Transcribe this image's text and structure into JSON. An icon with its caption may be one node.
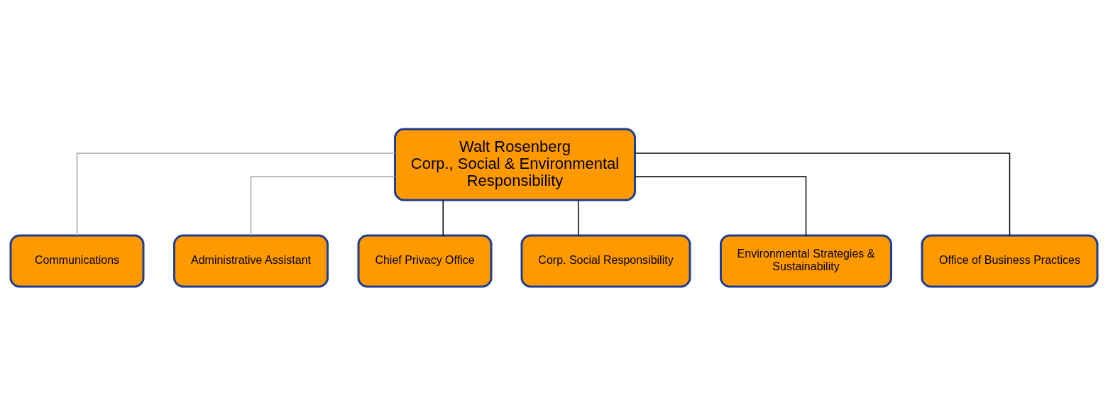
{
  "diagram": {
    "nodes": [
      {
        "text": [
          "Walt Rosenberg",
          "Corp., Social & Environmental Responsibility"
        ]
      },
      {
        "text": [
          "Communications"
        ]
      },
      {
        "text": [
          "Administrative Assistant"
        ]
      },
      {
        "text": [
          "Chief Privacy Office"
        ]
      },
      {
        "text": [
          "Corp. Social Responsibility"
        ]
      },
      {
        "text": [
          "Environmental Strategies & Sustainability"
        ]
      },
      {
        "text": [
          "Office of Business Practices"
        ]
      }
    ],
    "edges": [
      {
        "from": 0,
        "to": 1,
        "arrow": "none",
        "color": "#a6a6a6"
      },
      {
        "from": 0,
        "to": 2,
        "arrow": "none",
        "color": "#a6a6a6"
      },
      {
        "from": 0,
        "to": 3,
        "arrow": "none"
      },
      {
        "from": 0,
        "to": 4,
        "arrow": "none"
      },
      {
        "from": 0,
        "to": 5,
        "arrow": "none"
      },
      {
        "from": 0,
        "to": 6,
        "arrow": "none"
      }
    ]
  }
}
